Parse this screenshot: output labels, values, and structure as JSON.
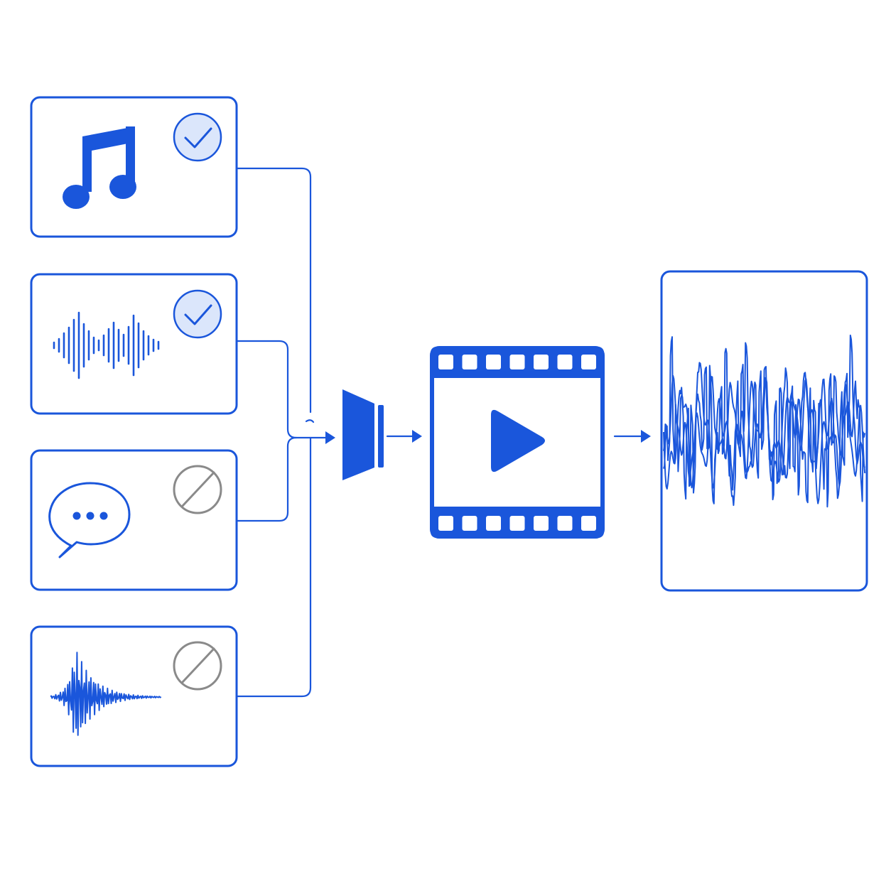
{
  "diagram": {
    "colors": {
      "accent": "#1a56db",
      "check_fill": "#dbe6fb",
      "disabled": "#8a8a8a"
    },
    "inputs": [
      {
        "icon": "music-note-icon",
        "status": "enabled",
        "status_icon": "check-circle-icon"
      },
      {
        "icon": "speech-waveform-icon",
        "status": "enabled",
        "status_icon": "check-circle-icon"
      },
      {
        "icon": "chat-bubble-icon",
        "status": "disabled",
        "status_icon": "prohibited-icon"
      },
      {
        "icon": "sound-burst-icon",
        "status": "disabled",
        "status_icon": "prohibited-icon"
      }
    ],
    "pipeline": [
      {
        "icon": "speaker-icon"
      },
      {
        "icon": "video-film-play-icon"
      },
      {
        "icon": "mixed-waveform-icon"
      }
    ]
  }
}
